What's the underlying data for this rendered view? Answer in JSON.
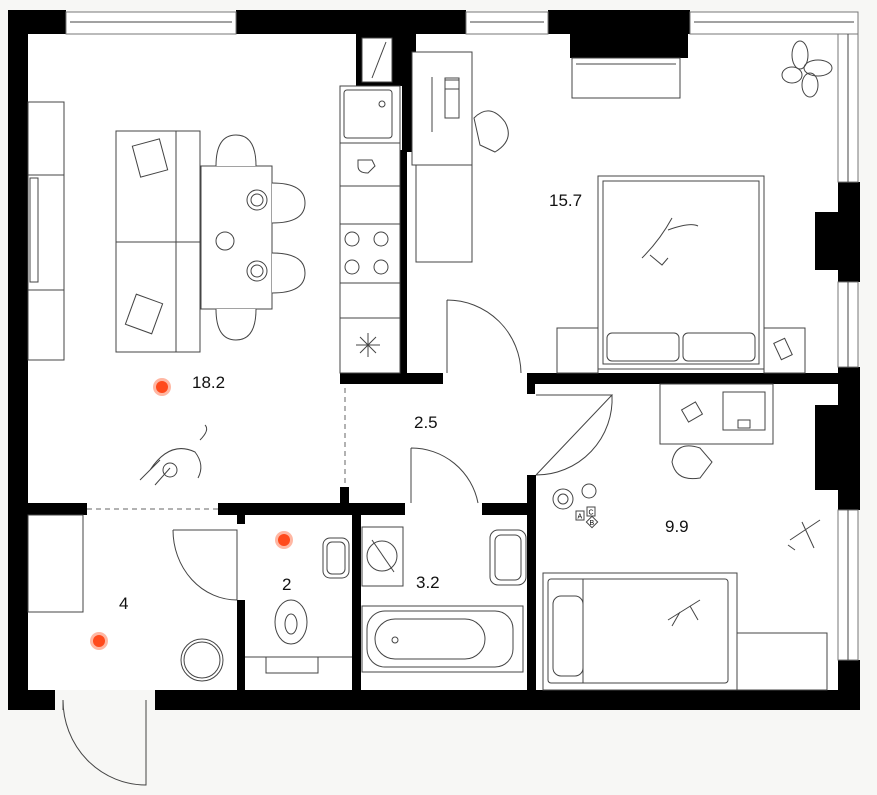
{
  "plan": {
    "rooms": [
      {
        "id": "living-kitchen",
        "area": "18.2"
      },
      {
        "id": "bedroom",
        "area": "15.7"
      },
      {
        "id": "hallway",
        "area": "2.5"
      },
      {
        "id": "bathroom",
        "area": "3.2"
      },
      {
        "id": "toilet",
        "area": "2"
      },
      {
        "id": "entrance",
        "area": "4"
      },
      {
        "id": "children-room",
        "area": "9.9"
      }
    ],
    "markers": {
      "color": "#ff4a1c",
      "halo": "#ffb7a3"
    },
    "toy_blocks": [
      "A",
      "C",
      "B"
    ]
  }
}
